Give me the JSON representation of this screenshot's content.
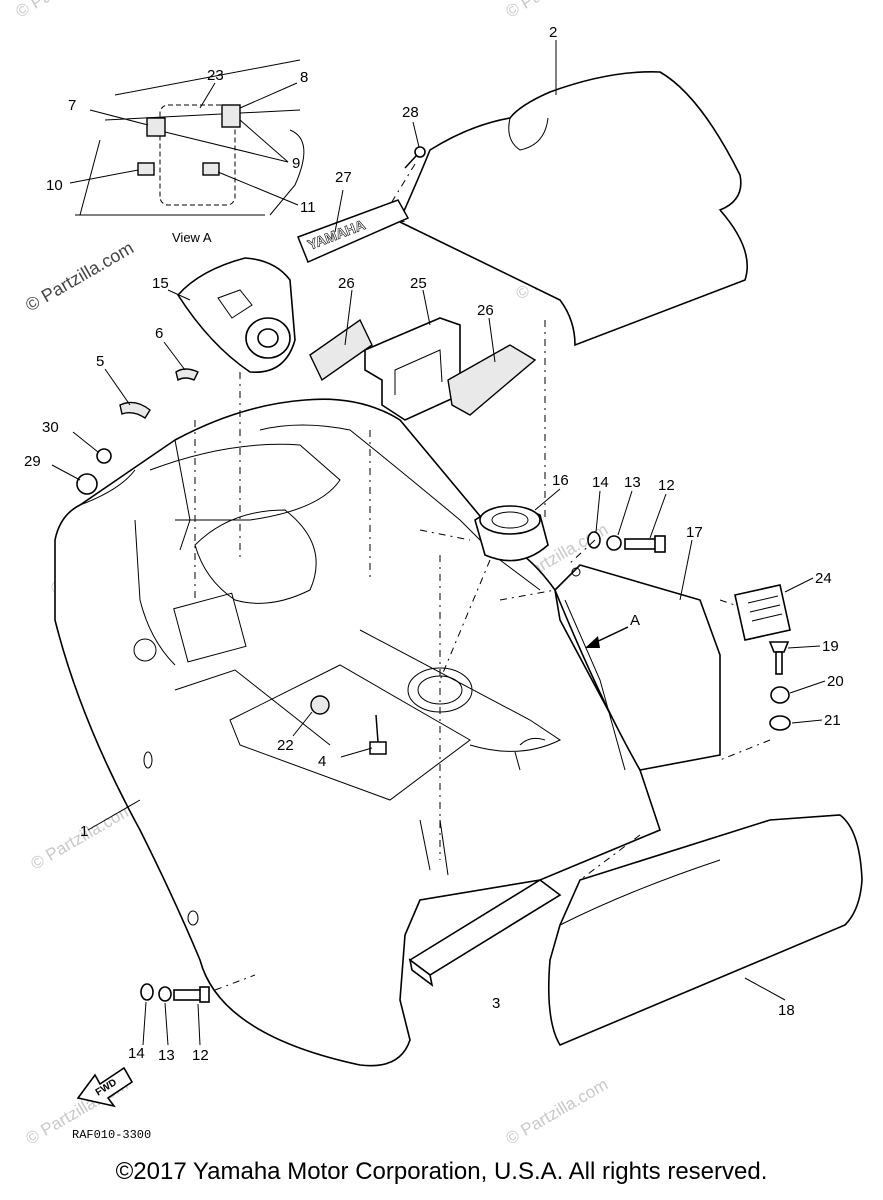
{
  "diagram": {
    "callouts": [
      "2",
      "28",
      "27",
      "23",
      "8",
      "7",
      "9",
      "10",
      "11",
      "15",
      "26",
      "25",
      "26",
      "6",
      "5",
      "30",
      "29",
      "16",
      "14",
      "13",
      "12",
      "17",
      "24",
      "19",
      "20",
      "21",
      "22",
      "4",
      "1",
      "3",
      "18",
      "14",
      "13",
      "12"
    ],
    "view_label": "View A",
    "fig_arrow_label": "A",
    "fwd_label": "FWD",
    "logo_text": "YAMAHA",
    "drawing_code": "RAF010-3300"
  },
  "watermark": {
    "main": "© Partzilla.com",
    "faint": "© Partzilla.com"
  },
  "footer": {
    "copyright": "©2017 Yamaha Motor Corporation, U.S.A. All rights reserved."
  }
}
